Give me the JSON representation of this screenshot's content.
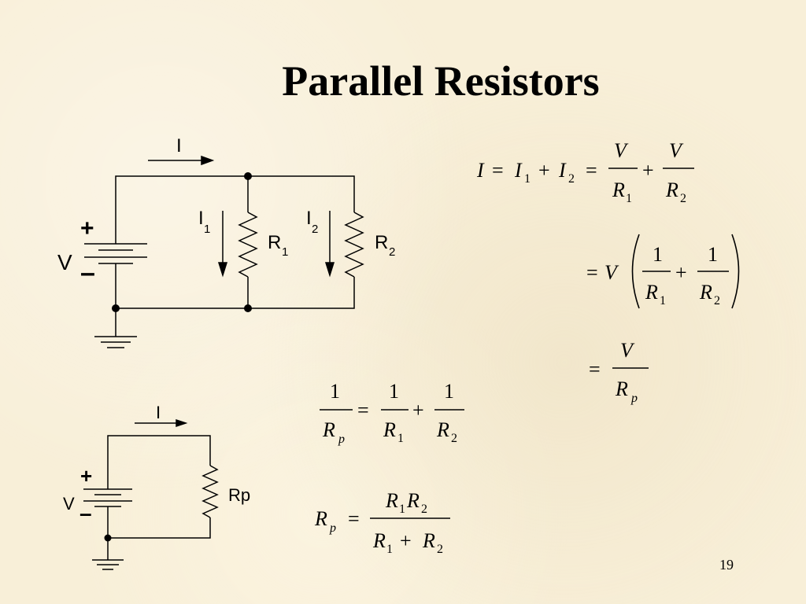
{
  "slide": {
    "title": "Parallel Resistors",
    "page_number": "19"
  },
  "circuit_top": {
    "current_label": "I",
    "plus": "+",
    "minus": "–",
    "source_label": "V",
    "branch1_current": "I",
    "branch1_current_sub": "1",
    "branch2_current": "I",
    "branch2_current_sub": "2",
    "r1_label": "R",
    "r1_sub": "1",
    "r2_label": "R",
    "r2_sub": "2"
  },
  "circuit_bottom": {
    "current_label": "I",
    "plus": "+",
    "minus": "–",
    "source_label": "V",
    "rp_label": "Rp"
  },
  "equations": {
    "I": "I",
    "eq": "=",
    "plus": "+",
    "V": "V",
    "one": "1",
    "R": "R",
    "sub1": "1",
    "sub2": "2",
    "subp": "p"
  }
}
